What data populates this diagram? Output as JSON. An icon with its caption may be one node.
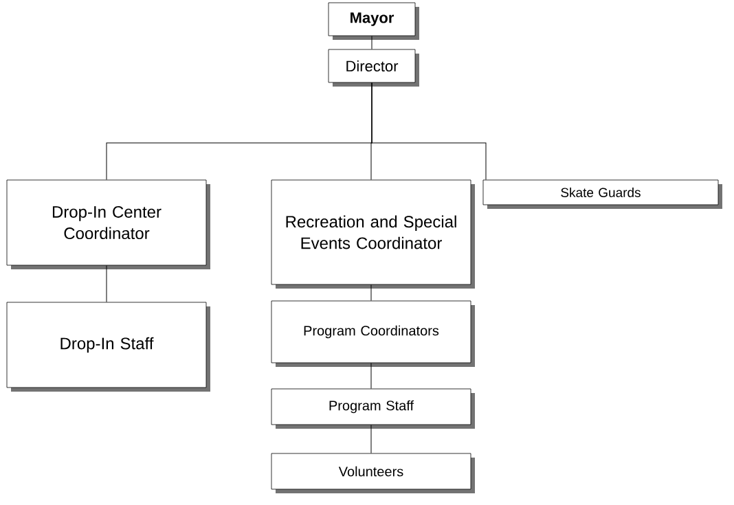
{
  "diagram": {
    "nodes": [
      {
        "text": [
          "**Mayor**"
        ]
      },
      {
        "text": [
          "Director"
        ]
      },
      {
        "text": [
          "Drop-In Center Coordinator"
        ]
      },
      {
        "text": [
          "Recreation and Special Events Coordinator"
        ]
      },
      {
        "text": [
          "Skate Guards"
        ]
      },
      {
        "text": [
          "Drop-In Staff"
        ]
      },
      {
        "text": [
          "Program Coordinators"
        ]
      },
      {
        "text": [
          "Program Staff"
        ]
      },
      {
        "text": [
          "Volunteers"
        ]
      }
    ],
    "edges": [
      {
        "from": 0,
        "to": 1,
        "arrow": "none"
      },
      {
        "from": 1,
        "to": 2,
        "arrow": "none"
      },
      {
        "from": 1,
        "to": 3,
        "arrow": "none"
      },
      {
        "from": 1,
        "to": 4,
        "arrow": "none"
      },
      {
        "from": 2,
        "to": 5,
        "arrow": "none"
      },
      {
        "from": 3,
        "to": 6,
        "arrow": "none"
      },
      {
        "from": 6,
        "to": 7,
        "arrow": "none"
      },
      {
        "from": 7,
        "to": 8,
        "arrow": "none"
      }
    ]
  }
}
